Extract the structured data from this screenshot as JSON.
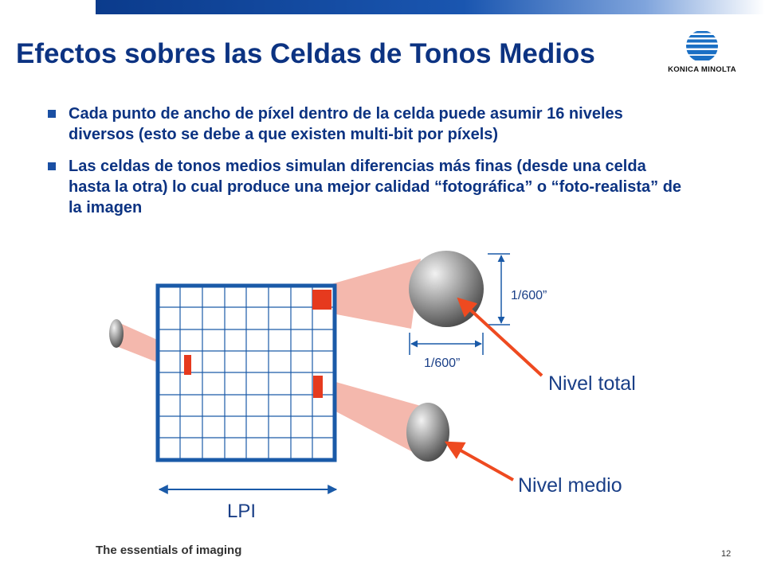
{
  "title": "Efectos sobres las Celdas de Tonos Medios",
  "logo": {
    "brand_text": "KONICA MINOLTA"
  },
  "bullets": [
    "Cada punto de ancho de píxel dentro de la celda puede asumir 16 niveles diversos (esto se debe a que existen multi-bit por píxels)",
    "Las celdas de tonos medios simulan diferencias más finas (desde una celda hasta la otra) lo cual produce una mejor calidad “fotográfica” o “foto-realista” de la imagen"
  ],
  "diagram": {
    "label_lpi": "LPI",
    "label_dim_vertical": "1/600”",
    "label_dim_horizontal": "1/600”",
    "label_nivel_total": "Nivel total",
    "label_nivel_medio": "Nivel medio"
  },
  "footer": {
    "tagline": "The essentials of imaging",
    "page_number": "12"
  },
  "colors": {
    "title": "#0c3382",
    "grid": "#1a5aa8",
    "red_cell": "#e63a1e",
    "beam": "#f4b8ad",
    "arrow": "#ee4a20"
  }
}
